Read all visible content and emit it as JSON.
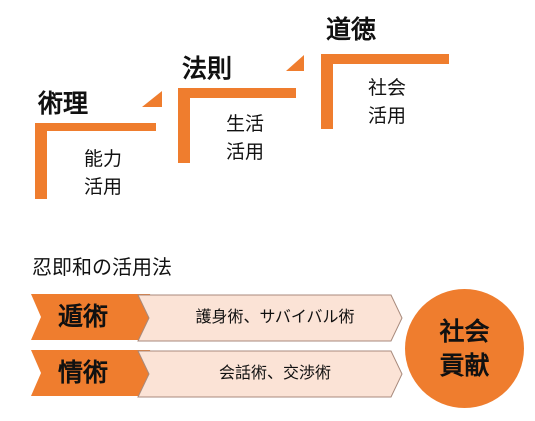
{
  "colors": {
    "accent": "#ef7d2e",
    "bar_fill": "#fbe3d6",
    "text": "#111111"
  },
  "steps": [
    {
      "title": "術理",
      "label_line1": "能力",
      "label_line2": "活用"
    },
    {
      "title": "法則",
      "label_line1": "生活",
      "label_line2": "活用"
    },
    {
      "title": "道徳",
      "label_line1": "社会",
      "label_line2": "活用"
    }
  ],
  "section_title": "忍即和の活用法",
  "rows": [
    {
      "label": "遁術",
      "description": "護身術、サバイバル術"
    },
    {
      "label": "情術",
      "description": "会話術、交渉術"
    }
  ],
  "circle": {
    "line1": "社会",
    "line2": "貢献"
  }
}
